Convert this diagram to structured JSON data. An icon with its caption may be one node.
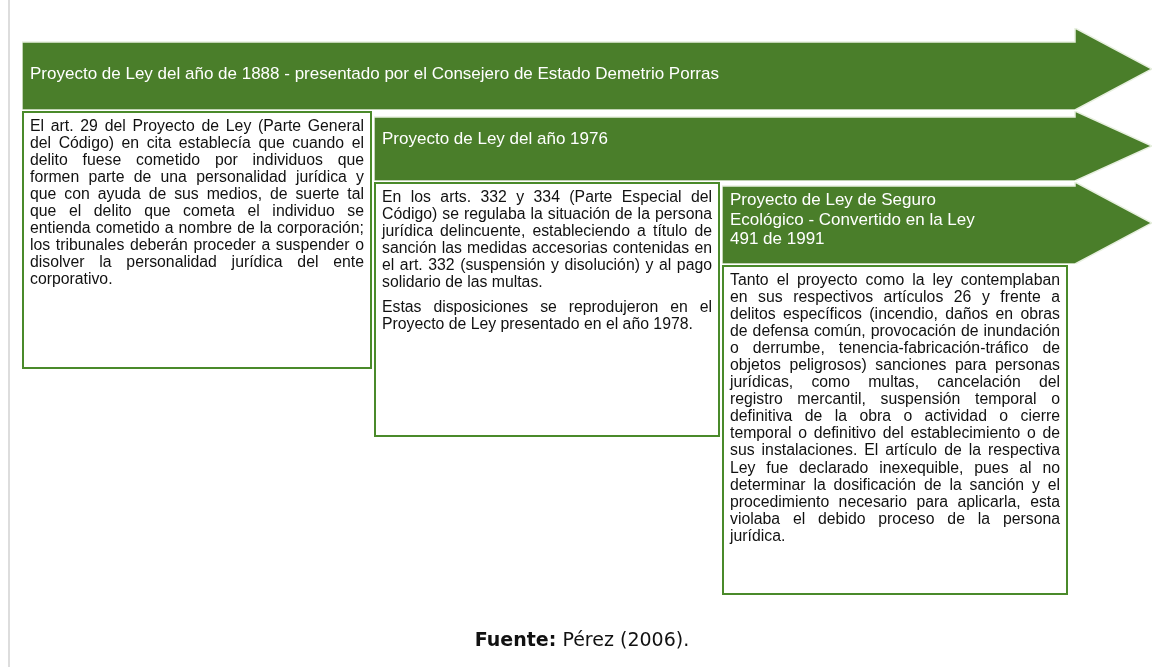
{
  "diagram": {
    "caption": "**Fuente:** Pérez (2006).",
    "nodes": [
      {
        "text": [
          "Proyecto de Ley del año de 1888 - presentado por el Consejero de Estado Demetrio Porras"
        ]
      },
      {
        "text": [
          "El art. 29 del Proyecto de Ley (Parte General del Código) en cita establecía que cuando el delito fuese cometido por individuos que formen parte de una personalidad jurídica y que con ayuda de sus medios, de suerte tal que el delito que cometa el individuo se entienda cometido a nombre de la corporación; los tribunales deberán proceder a suspender o disolver la personalidad jurídica del ente corporativo."
        ]
      },
      {
        "text": [
          "Proyecto de Ley del año 1976"
        ]
      },
      {
        "text": [
          "En los arts. 332 y 334 (Parte Especial del Código) se regulaba la situación de la persona jurídica delincuente, estableciendo a título de sanción las medidas accesorias contenidas en el art. 332 (suspensión y disolución) y al pago solidario de las multas.",
          "Estas disposiciones se reprodujeron en el Proyecto de Ley presentado en el año 1978."
        ]
      },
      {
        "text": [
          "Proyecto de Ley de Seguro Ecológico - Convertido en la Ley 491 de 1991"
        ]
      },
      {
        "text": [
          "Tanto el proyecto como la ley contemplaban en sus respectivos artículos 26 y frente a delitos específicos (incendio, daños en obras de defensa común, provocación de inundación o derrumbe, tenencia-fabricación-tráfico de objetos peligrosos) sanciones para personas jurídicas, como multas, cancelación del registro mercantil, suspensión temporal o definitiva de la obra o actividad o cierre temporal o definitivo del establecimiento o de sus instalaciones. El artículo de la respectiva Ley fue declarado inexequible, pues al no determinar la dosificación de la sanción y el procedimiento necesario para aplicarla, esta violaba el debido proceso de la persona jurídica."
        ]
      }
    ]
  }
}
